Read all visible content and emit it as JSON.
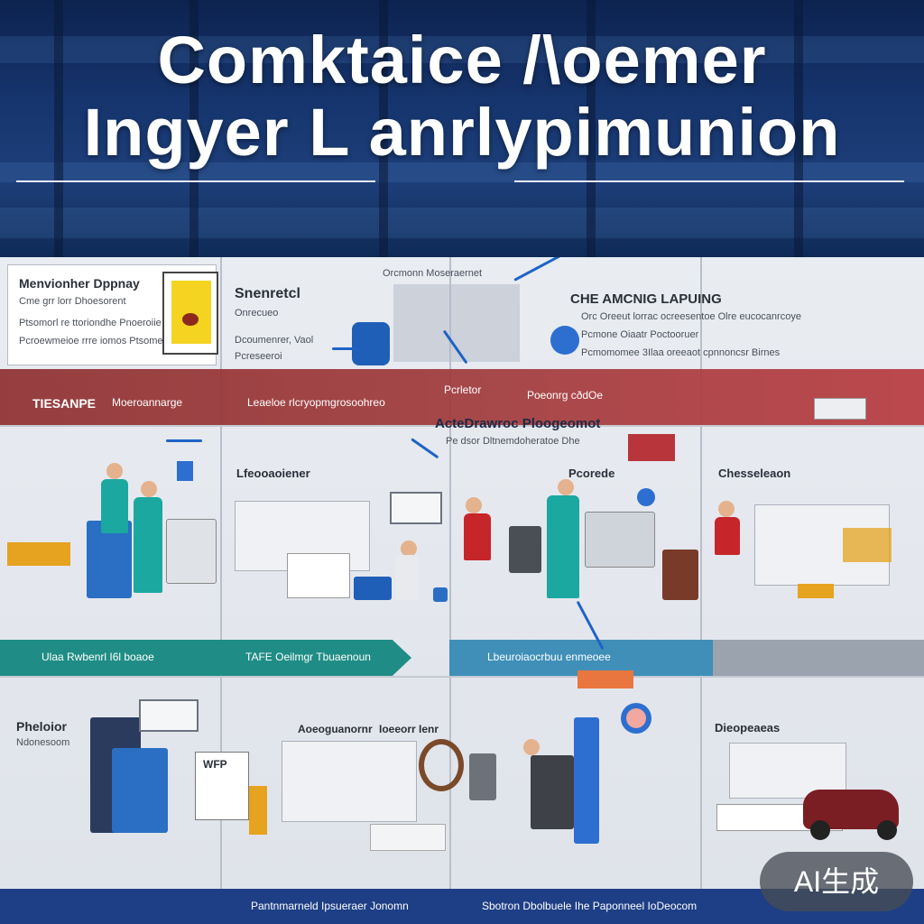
{
  "header": {
    "title_line1": "Comktaice /\\oemer",
    "title_line2": "Ingyer  L anrlypimunion"
  },
  "row1": {
    "card1_title": "Menvionher Dppnay",
    "card1_subtitle": "Cme grr lorr Dhoesorent",
    "card1_text1": "Ptsomorl re ttoriondhe Pnoeroiie",
    "card1_text2": "Pcroewmeioe rrre iomos Ptsome",
    "card2_title": "Snenretcl",
    "card2_subtitle": "Onrecueo",
    "card2_text1": "Dcoumenrer, Vaol",
    "card2_text2": "Pcreseeroi",
    "top_label": "Orcmonn Moseraernet",
    "card3_title": "CHE AMCNIG LAPUING",
    "card3_text1": "Orc Oreeut lorrac ocreesentoe Olre eucocanrcoye",
    "card3_text2": "Pcmone Oiaatr Poctooruer",
    "card3_text3": "Pcmomomee 3Ilaa oreeaot cpnnoncsr Birnes"
  },
  "band_red": {
    "label1": "TIESANPE",
    "label1b": "Moeroannarge",
    "label2": "Leaeloe rlcryopmgrosoohreo",
    "label3": "Pcrletor",
    "label4": "Poeonrg cðdOe"
  },
  "center_label": {
    "line1": "ActeDrawroc Ploogeomot",
    "line2": "Pe dsor Dltnemdoheratoe Dhe"
  },
  "row2": {
    "panel2_title": "Lfeooaoiener",
    "panel3_title": "Pcorede",
    "panel4_title": "Chesseleaon"
  },
  "band_teal": {
    "label1": "Ulaa Rwbenrl I6l boaoe",
    "label2": "TAFE Oeilmgr Tbuaenoun",
    "label3": "Lbeuroiaocrbuu enmeoee"
  },
  "row3": {
    "panel1_title": "Pheloior",
    "panel1_sub": "Ndonesoom",
    "panel2_title": "Aoeoguanornr",
    "panel2_title_b": "Ioeeorr Ienr",
    "panel4_title": "Dieopeaeas",
    "screen_text": "WFP"
  },
  "footer": {
    "text1": "Pantnmarneld Ipsueraer Jonomn",
    "text2": "Sbotron Dbolbuele Ihe Paponneel IoDeocom"
  },
  "badge": {
    "text": "AI生成"
  },
  "colors": {
    "header": "#16356e",
    "red_band": "#a23a3c",
    "teal_band": "#1f8d86",
    "footer": "#1e3f86",
    "accent_blue": "#1e63c7"
  }
}
